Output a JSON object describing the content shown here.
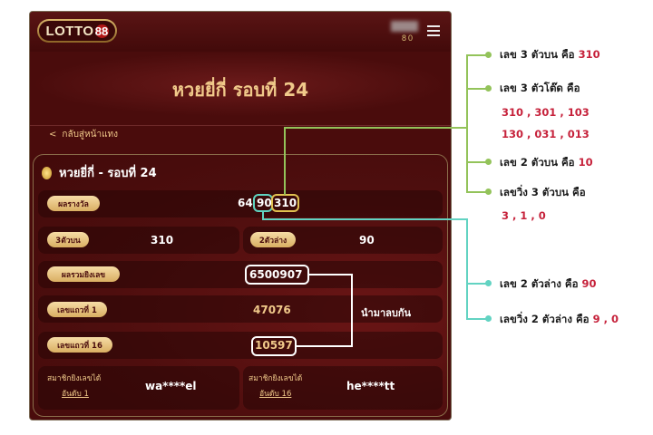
{
  "app": {
    "logo_text": "LOTTO",
    "logo_num": "88",
    "credit": "80",
    "title": "หวยยี่กี่ รอบที่ 24",
    "back_label": "กลับสู่หน้าแทง"
  },
  "card": {
    "title": "หวยยี่กี่ - รอบที่ 24",
    "rows": {
      "result_label": "ผลรางวัล",
      "result_prefix": "64",
      "result_mid": "90",
      "result_suffix": "310",
      "top3_label": "3ตัวบน",
      "top3_value": "310",
      "bottom2_label": "2ตัวล่าง",
      "bottom2_value": "90",
      "sum_label": "ผลรวมยิงเลข",
      "sum_value": "6500907",
      "row1_label": "เลขแถวที่ 1",
      "row1_value": "47076",
      "row16_label": "เลขแถวที่ 16",
      "row16_value": "10597",
      "subtract_note": "นำมาลบกัน",
      "member1_label": "สมาชิกยิงเลขได้",
      "member1_rank": "อันดับ 1",
      "member1_name": "wa****el",
      "member16_label": "สมาชิกยิงเลขได้",
      "member16_rank": "อันดับ 16",
      "member16_name": "he****tt"
    }
  },
  "annotations": {
    "a1_prefix": "เลข 3 ตัวบน คือ",
    "a1_value": "310",
    "a2_prefix": "เลข 3 ตัวโต๊ด คือ",
    "a2_line1": "310 , 301 , 103",
    "a2_line2": "130 , 031 , 013",
    "a3_prefix": "เลข 2 ตัวบน คือ",
    "a3_value": "10",
    "a4_prefix": "เลขวิ่ง 3 ตัวบน คือ",
    "a4_value": "3 , 1 , 0",
    "a5_prefix": "เลข 2 ตัวล่าง คือ",
    "a5_value": "90",
    "a6_prefix": "เลขวิ่ง 2 ตัวล่าง คือ",
    "a6_value": "9 , 0"
  },
  "colors": {
    "gold": "#f0c98a",
    "annotation_green": "#93c35a",
    "annotation_teal": "#62d3c2",
    "annotation_red": "#c6223b"
  }
}
